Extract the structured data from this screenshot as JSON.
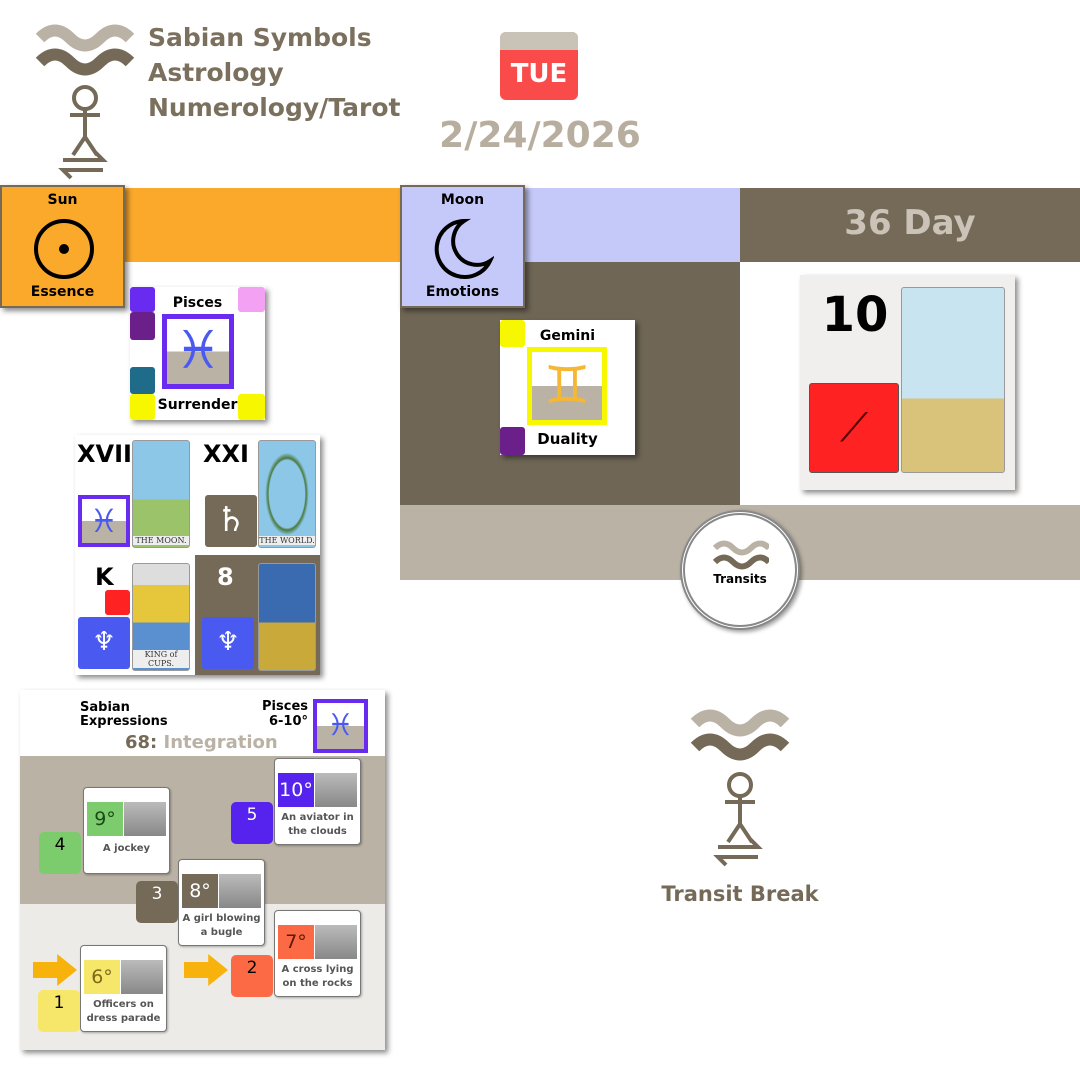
{
  "header": {
    "title_lines": [
      "Sabian Symbols",
      "Astrology",
      "Numerology/Tarot"
    ],
    "weekday": "TUE",
    "date": "2/24/2026"
  },
  "sun": {
    "label": "Sun",
    "sublabel": "Essence",
    "color": "#fba92b"
  },
  "moon": {
    "label": "Moon",
    "sublabel": "Emotions",
    "color": "#c5c9f9"
  },
  "day": {
    "label": "36 Day"
  },
  "sun_sign": {
    "sign": "Pisces",
    "keyword": "Surrender"
  },
  "moon_sign": {
    "sign": "Gemini",
    "keyword": "Duality"
  },
  "day_tarot": {
    "number": "10"
  },
  "tarot_grid": [
    {
      "numeral": "XVIII",
      "card": "THE MOON."
    },
    {
      "numeral": "XXI",
      "card": "THE WORLD."
    },
    {
      "numeral": "K",
      "card": "KING of CUPS."
    },
    {
      "numeral": "8",
      "card": ""
    }
  ],
  "transits": {
    "label": "Transits"
  },
  "expressions": {
    "title_lines": [
      "Sabian",
      "Expressions"
    ],
    "sign_range": [
      "Pisces",
      "6-10°"
    ],
    "number": "68:",
    "theme": "Integration",
    "cards": [
      {
        "degree": "6°",
        "text": "Officers on dress parade",
        "num": "1"
      },
      {
        "degree": "7°",
        "text": "A cross lying on the rocks",
        "num": "2"
      },
      {
        "degree": "8°",
        "text": "A girl blowing a bugle",
        "num": "3"
      },
      {
        "degree": "9°",
        "text": "A jockey",
        "num": "4"
      },
      {
        "degree": "10°",
        "text": "An aviator in the clouds",
        "num": "5"
      }
    ]
  },
  "transit_break": {
    "label": "Transit Break"
  }
}
